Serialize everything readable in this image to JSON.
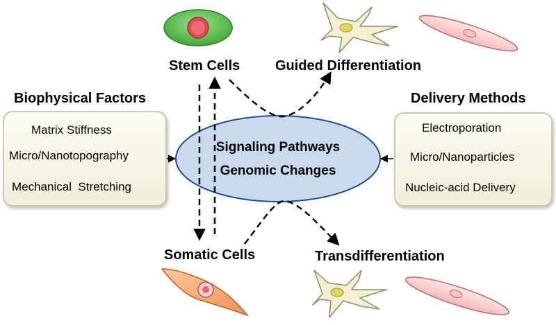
{
  "center": {
    "line1": "Signaling Pathways",
    "line2": "Genomic Changes"
  },
  "top": {
    "stem_cells": "Stem Cells",
    "guided_differentiation": "Guided Differentiation"
  },
  "bottom": {
    "somatic_cells": "Somatic Cells",
    "transdifferentiation": "Transdifferentiation"
  },
  "left_box": {
    "title": "Biophysical Factors",
    "items": [
      "Matrix Stiffness",
      "Micro/Nanotopography",
      "Mechanical  Stretching"
    ]
  },
  "right_box": {
    "title": "Delivery Methods",
    "items": [
      "Electroporation",
      "Micro/Nanoparticles",
      "Nucleic-acid Delivery"
    ]
  },
  "colors": {
    "ellipse_fill": "#c9d9ee",
    "ellipse_stroke": "#1f4e8c",
    "box_fill": "#f5f3e4",
    "box_stroke": "#cdc8a6",
    "stem_cell": "#5fc454",
    "stem_nucleus": "#e04a55",
    "neuron": "#f3f0d2",
    "muscle_cell": "#f8d7d7",
    "somatic_cell": "#f3a872"
  },
  "icons": [
    "stem-cell-icon",
    "neuron-icon",
    "muscle-cell-icon",
    "somatic-cell-icon"
  ]
}
